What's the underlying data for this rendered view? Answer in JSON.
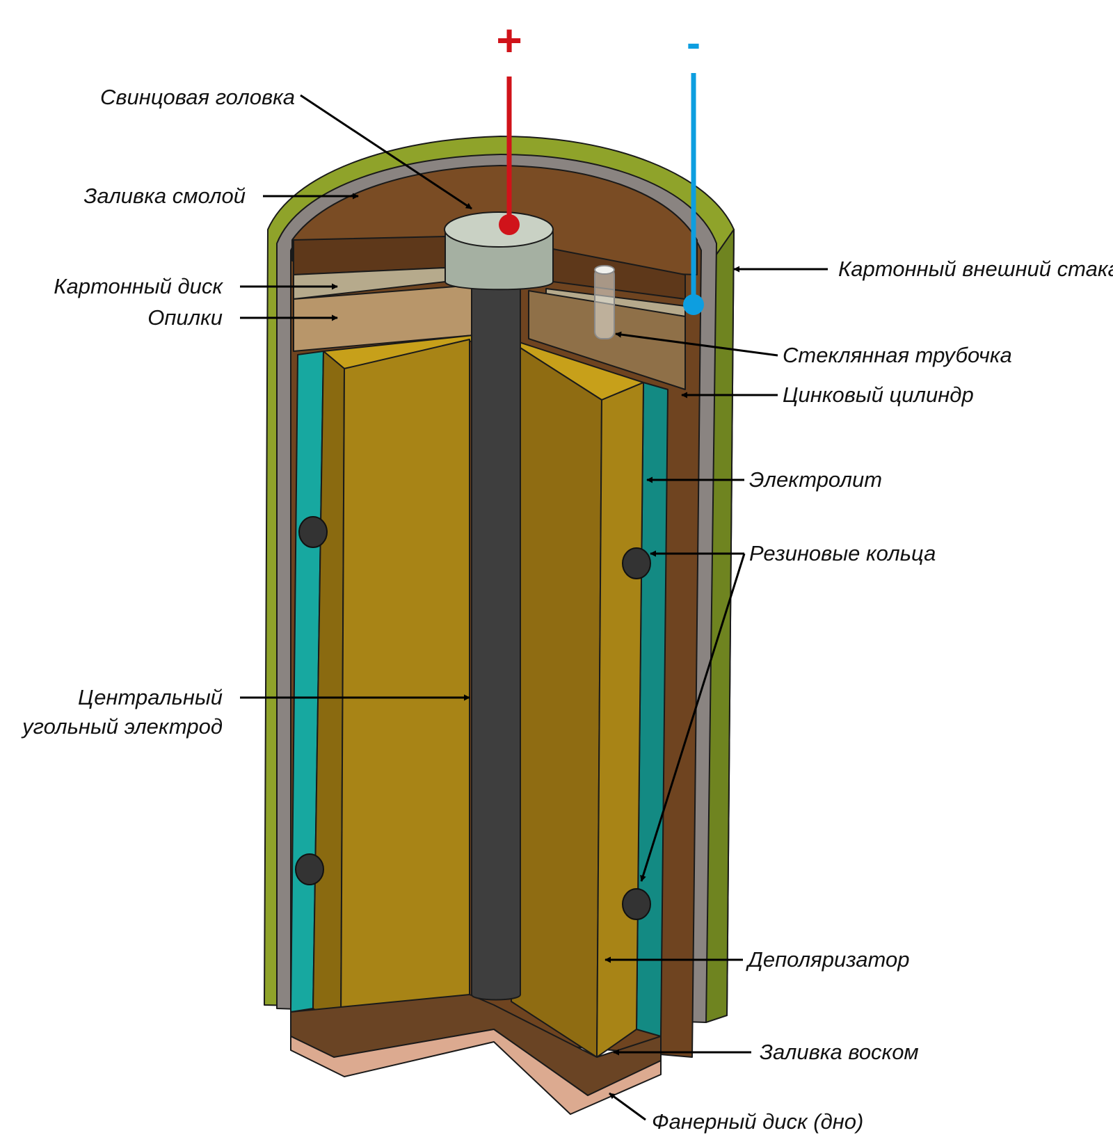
{
  "terminals": {
    "positive": {
      "symbol": "+",
      "color": "#d0131a"
    },
    "negative": {
      "symbol": "-",
      "color": "#0d9ee0"
    }
  },
  "labels": {
    "lead_head": "Свинцовая головка",
    "resin_fill": "Заливка смолой",
    "cardboard_disk": "Картонный  диск",
    "sawdust": "Опилки",
    "outer_cup": "Картонный внешний стакан",
    "glass_tube": "Стеклянная трубочка",
    "zinc_cylinder": "Цинковый цилиндр",
    "electrolyte": "Электролит",
    "rubber_rings": "Резиновые кольца",
    "carbon_electrode_line1": "Центральный",
    "carbon_electrode_line2": "угольный  электрод",
    "depolarizer": "Деполяризатор",
    "wax_fill": "Заливка воском",
    "plywood_disk": "Фанерный диск (дно)"
  },
  "colors": {
    "outer_cup": "#8fa32a",
    "zinc": "#7c7774",
    "resin": "#7a4c24",
    "sawdust": "#b8966a",
    "electrolyte": "#17a8a0",
    "depolarizer": "#a88416",
    "carbon": "#3e3e3e",
    "lead_head": "#b9c2b5",
    "plywood": "#dcaa90"
  }
}
